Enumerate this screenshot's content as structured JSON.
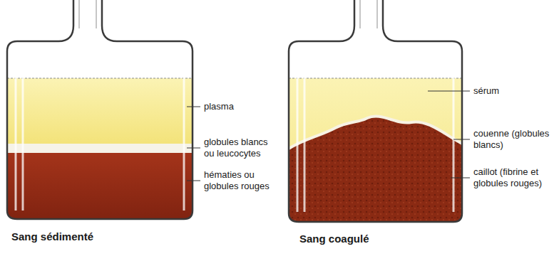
{
  "diagram": {
    "labels": [
      "plasma",
      "globules blancs ou leucocytes",
      "hématies ou globules rouges",
      "Sang sédimenté",
      "sérum",
      "couenne (globules blancs)",
      "caillot (fibrine et globules rouges)",
      "Sang coagulé"
    ]
  }
}
